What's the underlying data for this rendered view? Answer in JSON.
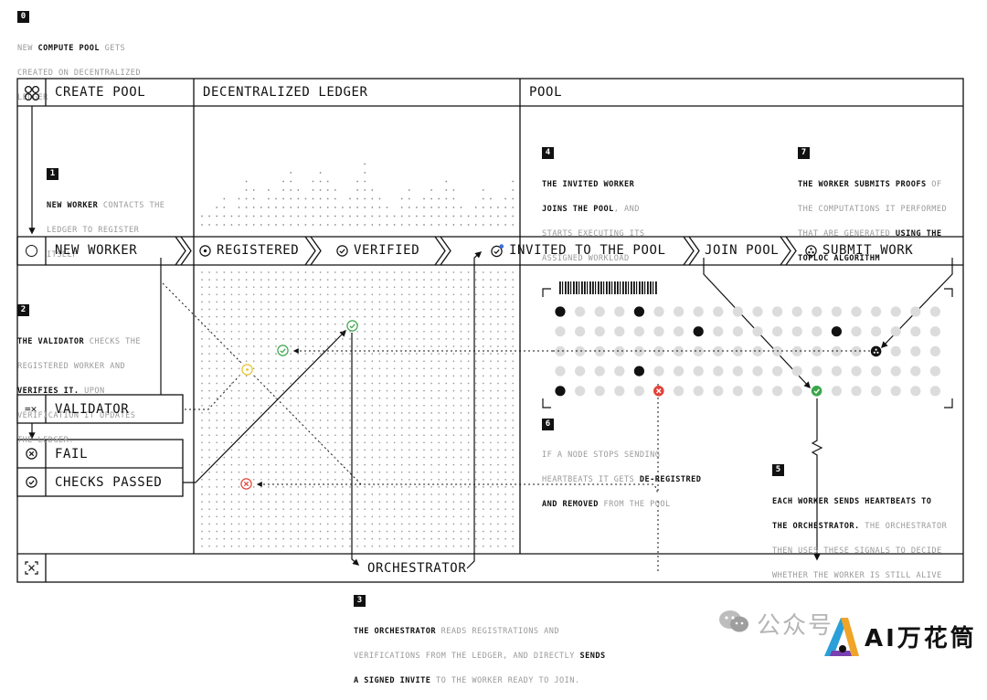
{
  "step0": {
    "number": "0",
    "lines": [
      "NEW COMPUTE POOL GETS",
      "CREATED ON DECENTRALIZED",
      "LEDGER"
    ]
  },
  "columns": {
    "create_pool": "CREATE POOL",
    "ledger": "DECENTRALIZED LEDGER",
    "pool": "POOL"
  },
  "step1": {
    "number": "1",
    "lines": [
      "NEW WORKER CONTACTS THE",
      "LEDGER TO REGISTER",
      "ITSELF"
    ]
  },
  "step2": {
    "number": "2",
    "lines": [
      "THE VALIDATOR CHECKS THE",
      "REGISTERED WORKER AND",
      "VERIFIES IT. UPON",
      "VERIFICATION IT UPDATES",
      "THE LEDGER."
    ]
  },
  "step3": {
    "number": "3",
    "lines": [
      "THE ORCHESTRATOR READS REGISTRATIONS AND",
      "VERIFICATIONS FROM THE LEDGER, AND DIRECTLY SENDS",
      "A SIGNED INVITE TO THE WORKER READY TO JOIN."
    ]
  },
  "step4": {
    "number": "4",
    "lines": [
      "THE INVITED WORKER",
      "JOINS THE POOL, AND",
      "STARTS EXECUTING ITS",
      "ASSIGNED WORKLOAD"
    ]
  },
  "step5": {
    "number": "5",
    "lines": [
      "EACH WORKER SENDS HEARTBEATS TO",
      "THE ORCHESTRATOR. THE ORCHESTRATOR",
      "THEN USES THESE SIGNALS TO DECIDE",
      "WHETHER THE WORKER IS STILL ALIVE"
    ]
  },
  "step6": {
    "number": "6",
    "lines": [
      "IF A NODE STOPS SENDING",
      "HEARTBEATS IT GETS DE-REGISTRED",
      "AND REMOVED FROM THE POOL"
    ]
  },
  "step7": {
    "number": "7",
    "lines": [
      "THE WORKER SUBMITS PROOFS OF",
      "THE COMPUTATIONS IT PERFORMED",
      "THAT ARE GENERATED USING THE",
      "TOPLOC ALGORITHM"
    ]
  },
  "flow": {
    "new_worker": "NEW WORKER",
    "registered": "REGISTERED",
    "verified": "VERIFIED",
    "invited": "INVITED TO THE POOL",
    "join_pool": "JOIN POOL",
    "submit_work": "SUBMIT WORK"
  },
  "validator": {
    "label": "VALIDATOR",
    "fail": "FAIL",
    "checks_passed": "CHECKS PASSED"
  },
  "orchestrator": "ORCHESTRATOR",
  "watermark": {
    "wechat": "公众号",
    "brand": "AI万花筒"
  },
  "colors": {
    "ink": "#111111",
    "muted": "#9a9a9a",
    "dot": "#d9d9d9",
    "pass": "#3aa64a",
    "fail": "#e0443a",
    "pending": "#e8c430",
    "invite": "#3a6fd8"
  }
}
